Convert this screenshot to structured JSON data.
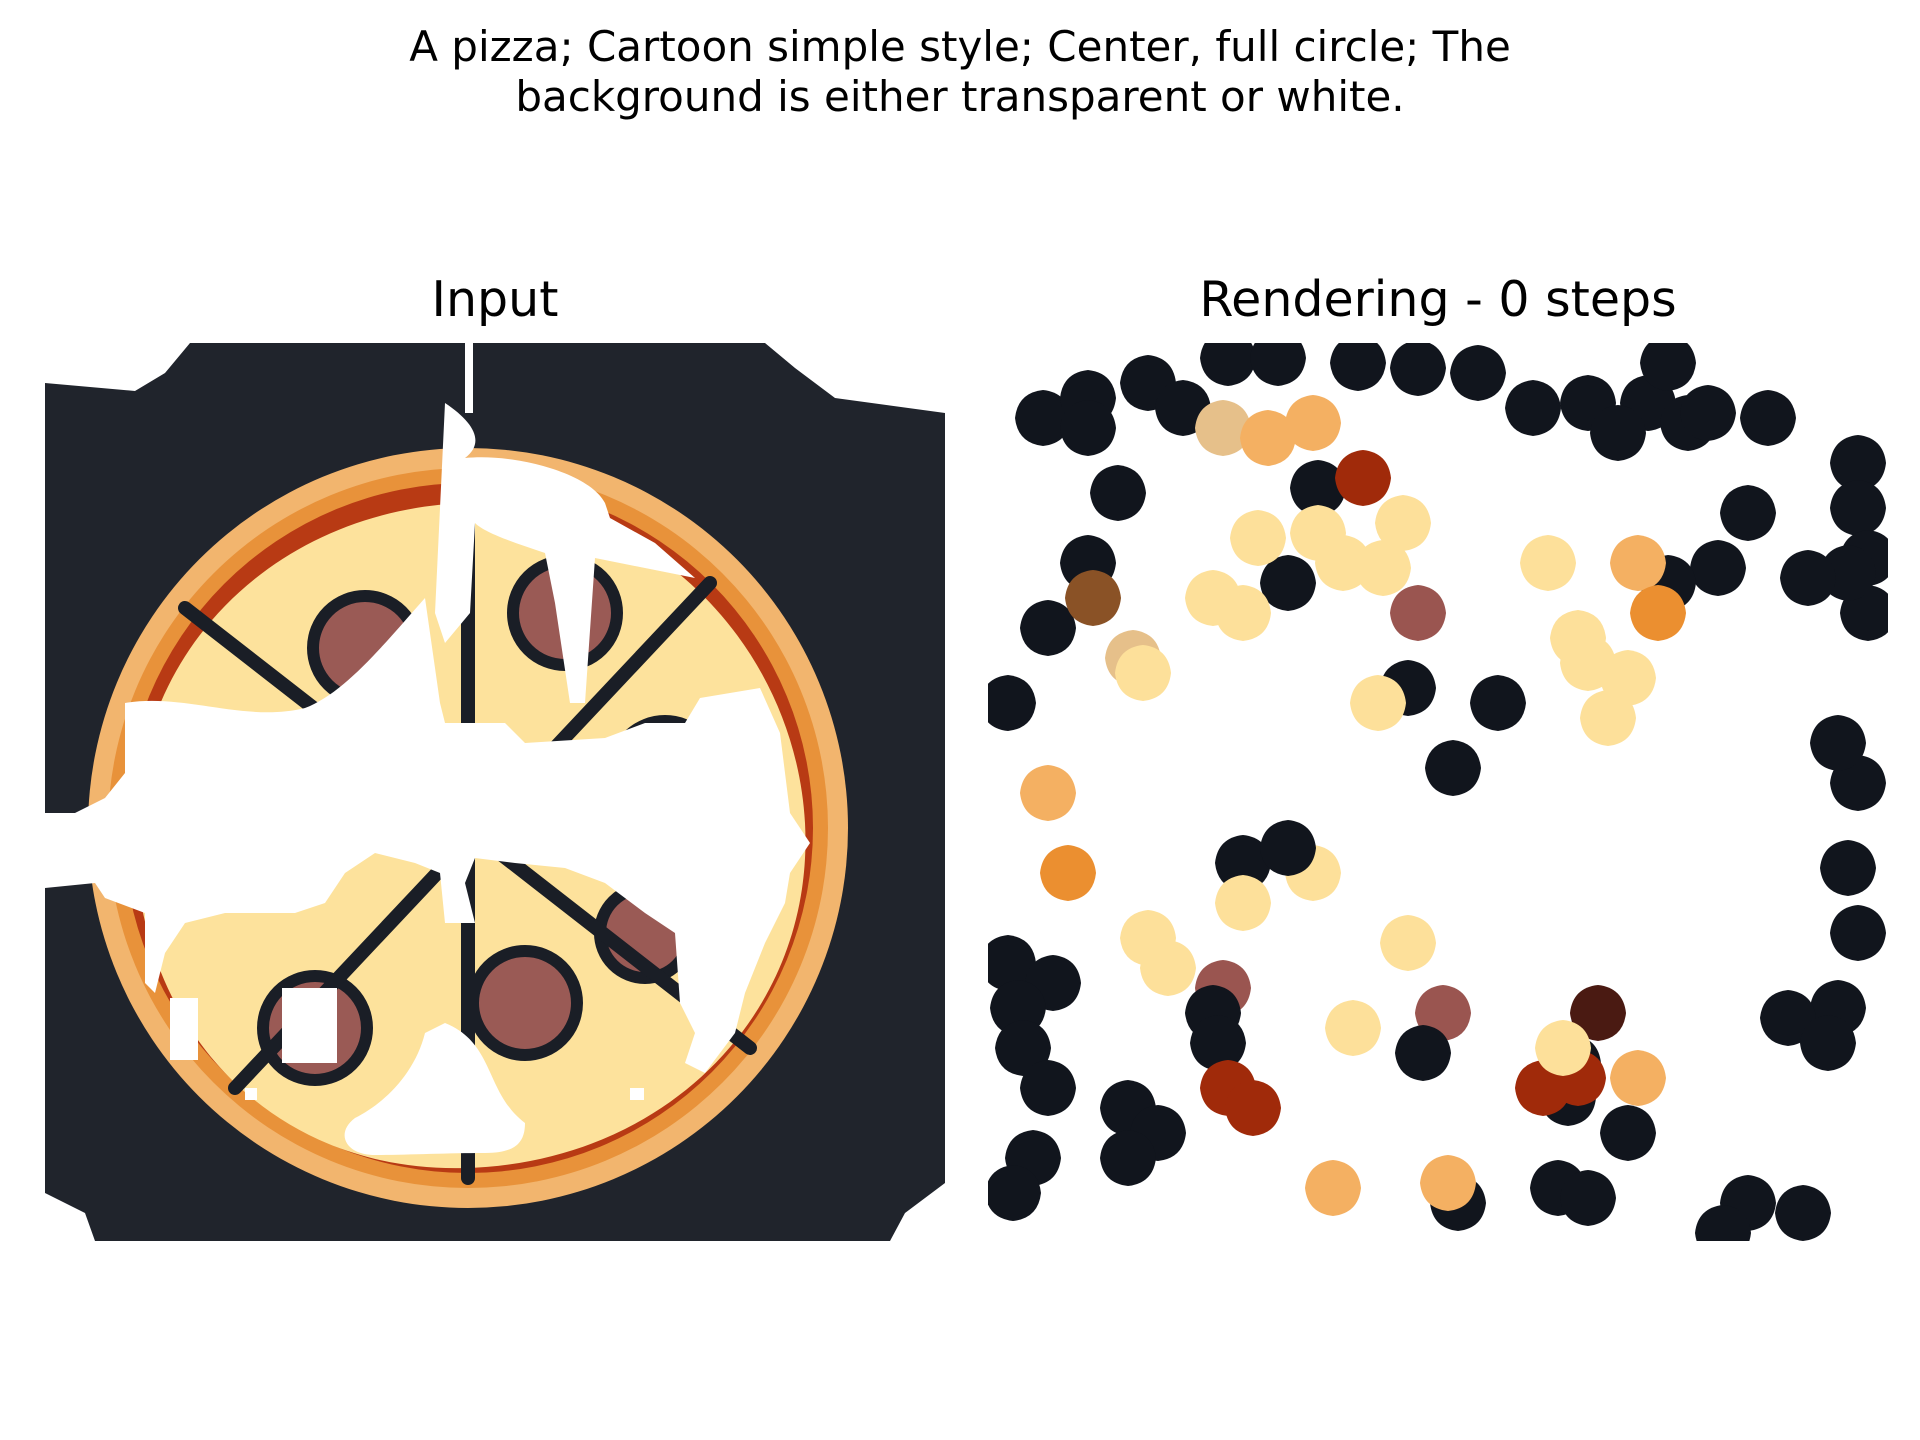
{
  "figure": {
    "suptitle": "A pizza; Cartoon simple style; Center, full circle; The\nbackground is either transparent or white."
  },
  "panels": [
    {
      "title": "Input",
      "image": "pizza-cartoon-with-white-holes"
    },
    {
      "title": "Rendering - 0 steps",
      "image": "scattered-colored-splats"
    }
  ],
  "colors": {
    "background_dark": "#20242c",
    "crust_light": "#f2b56e",
    "crust_orange": "#e8923a",
    "sauce": "#b83a14",
    "cheese": "#fde29c",
    "pepperoni": "#9a5a55",
    "lines": "#1a1e26",
    "splat_dark": "#11151d",
    "splat_cheese": "#fde09a",
    "splat_orange": "#eb8f30",
    "splat_light_orange": "#f4b062",
    "splat_red": "#a02a0a",
    "splat_pepperoni": "#9a5550",
    "splat_brown": "#8a5226",
    "splat_maroon": "#4a1a12",
    "splat_tan": "#e6c08a"
  }
}
